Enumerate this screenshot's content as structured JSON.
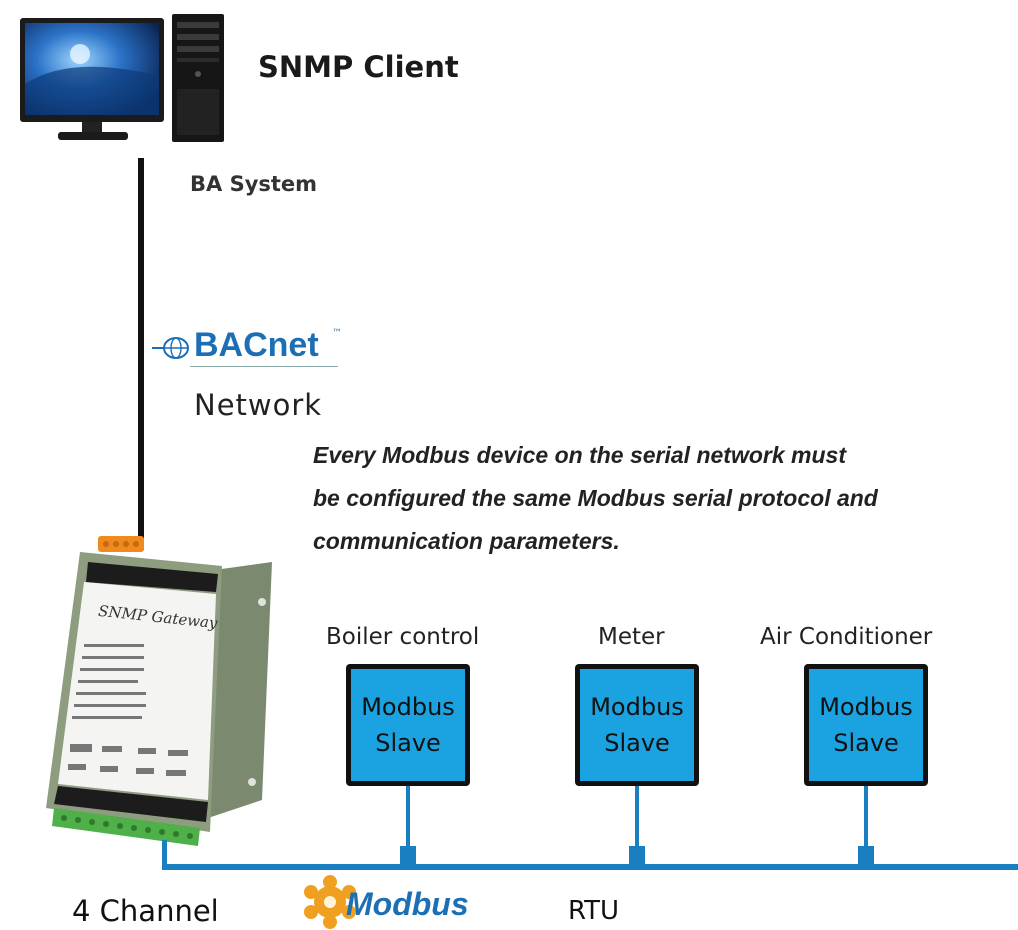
{
  "client": {
    "title": "SNMP Client",
    "subtitle": "BA System"
  },
  "bacnet": {
    "logo_text": "BACnet",
    "logo_tm": "™",
    "network_label": "Network"
  },
  "note": {
    "lines": [
      "Every Modbus device on the serial network must",
      "be configured the same Modbus serial protocol and",
      "communication parameters."
    ]
  },
  "gateway": {
    "face_label": "SNMP Gateway"
  },
  "devices": [
    {
      "label": "Boiler control",
      "box_line1": "Modbus",
      "box_line2": "Slave"
    },
    {
      "label": "Meter",
      "box_line1": "Modbus",
      "box_line2": "Slave"
    },
    {
      "label": "Air Conditioner",
      "box_line1": "Modbus",
      "box_line2": "Slave"
    }
  ],
  "bottom": {
    "channel_label": "4 Channel",
    "modbus_logo": "Modbus",
    "rtu_label": "RTU"
  },
  "colors": {
    "bus": "#1a7fc0",
    "slave_fill": "#1aa3e0",
    "bacnet_blue": "#1d6fb5",
    "modbus_orange": "#f0a020"
  }
}
